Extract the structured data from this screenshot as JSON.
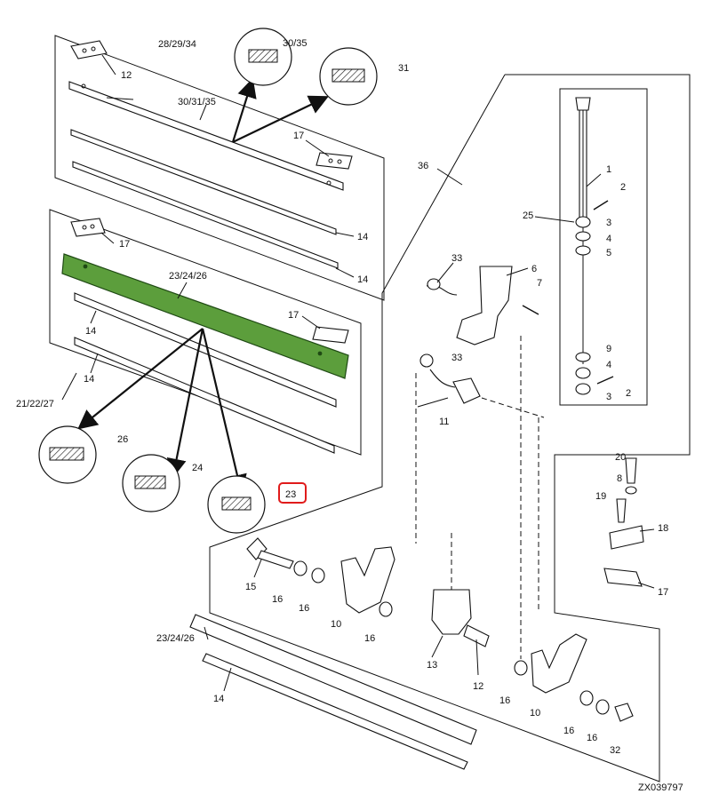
{
  "figure_id": "ZX039797",
  "highlight": {
    "part": "23",
    "bar_color": "#5c9e3c",
    "box_color": "#e01b1b"
  },
  "labels": {
    "l12": "12",
    "l28": "28/29/34",
    "l3035": "30/35",
    "l31": "31",
    "l303135": "30/31/35",
    "l17a": "17",
    "l14a": "14",
    "l14b": "14",
    "l17b": "17",
    "l232426a": "23/24/26",
    "l17c": "17",
    "l14c": "14",
    "l14d": "14",
    "l212227": "21/22/27",
    "l26": "26",
    "l24": "24",
    "l23": "23",
    "l36": "36",
    "l1": "1",
    "l2a": "2",
    "l25": "25",
    "l3a": "3",
    "l4a": "4",
    "l5": "5",
    "l33a": "33",
    "l6": "6",
    "l7": "7",
    "l9": "9",
    "l4b": "4",
    "l2b": "2",
    "l3b": "3",
    "l33b": "33",
    "l11": "11",
    "l20": "20",
    "l8": "8",
    "l19": "19",
    "l18": "18",
    "l17d": "17",
    "l15": "15",
    "l16a": "16",
    "l16b": "16",
    "l10a": "10",
    "l16c": "16",
    "l13": "13",
    "l232426b": "23/24/26",
    "l12b": "12",
    "l14e": "14",
    "l16d": "16",
    "l10b": "10",
    "l16e": "16",
    "l16f": "16",
    "l32": "32"
  }
}
